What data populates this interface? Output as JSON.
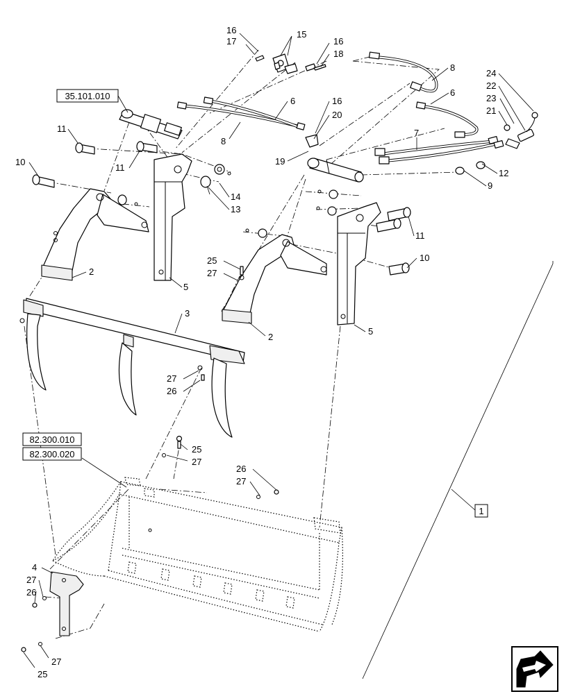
{
  "ref_boxes": [
    "35.101.010",
    "82.300.010",
    "82.300.020"
  ],
  "item_box": "1",
  "callouts": {
    "c16a": "16",
    "c17": "17",
    "c15": "15",
    "c16b": "16",
    "c18": "18",
    "c8a": "8",
    "c24": "24",
    "c22": "22",
    "c23": "23",
    "c21": "21",
    "c6a": "6",
    "c6b": "6",
    "c8b": "8",
    "c16c": "16",
    "c20": "20",
    "c7": "7",
    "c19": "19",
    "c12": "12",
    "c9": "9",
    "c11a": "11",
    "c11b": "11",
    "c10a": "10",
    "c14": "14",
    "c13": "13",
    "c11c": "11",
    "c10b": "10",
    "c2a": "2",
    "c5a": "5",
    "c25a": "25",
    "c27a": "27",
    "c3": "3",
    "c2b": "2",
    "c5b": "5",
    "c27b": "27",
    "c26a": "26",
    "c25b": "25",
    "c27c": "27",
    "c26b": "26",
    "c27d": "27",
    "c4": "4",
    "c27e": "27",
    "c26c": "26",
    "c27f": "27",
    "c25c": "25"
  },
  "nav_icon": "exploded-view-navigation-icon"
}
